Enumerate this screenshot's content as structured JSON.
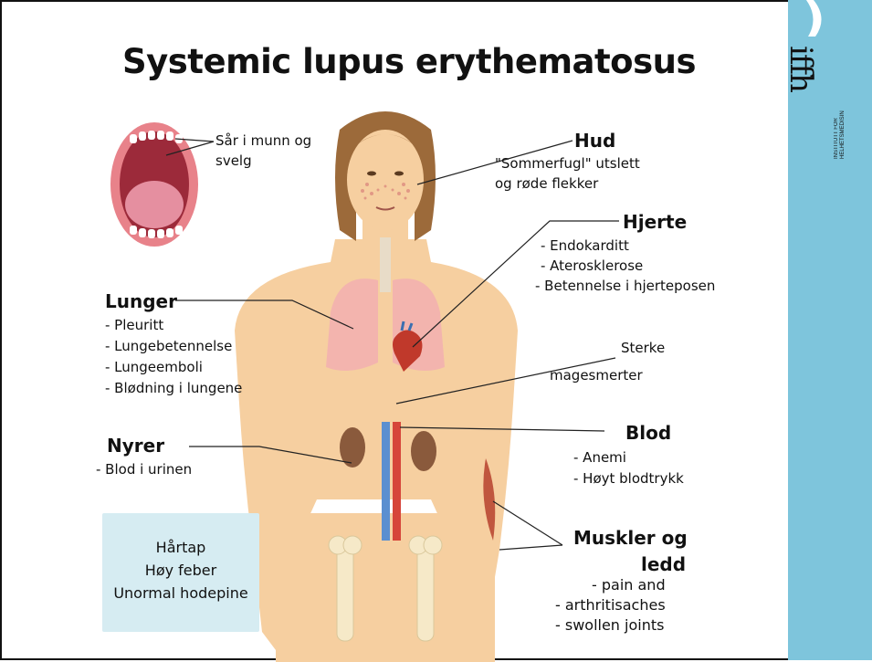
{
  "title": "Systemic lupus erythematosus",
  "logo": {
    "letters": "iffh",
    "subtitle": "INSTITUTT FOR HELHETSMEDISIN"
  },
  "mouth": {
    "lines": [
      "Sår i munn og",
      "svelg"
    ]
  },
  "hud": {
    "heading": "Hud",
    "lines": [
      "\"Sommerfugl\" utslett",
      "og røde flekker"
    ]
  },
  "hjerte": {
    "heading": "Hjerte",
    "items": [
      "- Endokarditt",
      "- Aterosklerose",
      "- Betennelse i hjerteposen"
    ]
  },
  "lunger": {
    "heading": "Lunger",
    "items": [
      "- Pleuritt",
      "- Lungebetennelse",
      "- Lungeemboli",
      "- Blødning i lungene"
    ]
  },
  "mage": {
    "lines": [
      "Sterke",
      "magesmerter"
    ]
  },
  "nyrer": {
    "heading": "Nyrer",
    "items": [
      "- Blod i urinen"
    ]
  },
  "blod": {
    "heading": "Blod",
    "items": [
      "- Anemi",
      "- Høyt blodtrykk"
    ]
  },
  "muskler": {
    "heading_line1": "Muskler og",
    "heading_line2": "ledd",
    "items": [
      "- pain and",
      "- arthritisaches",
      "- swollen joints"
    ]
  },
  "general": {
    "items": [
      "Hårtap",
      "Høy feber",
      "Unormal hodepine"
    ]
  },
  "colors": {
    "sidebar": "#7ec5dc",
    "skin": "#f6cfa0",
    "hair": "#9c6a3a",
    "box": "#d6ecf2"
  }
}
